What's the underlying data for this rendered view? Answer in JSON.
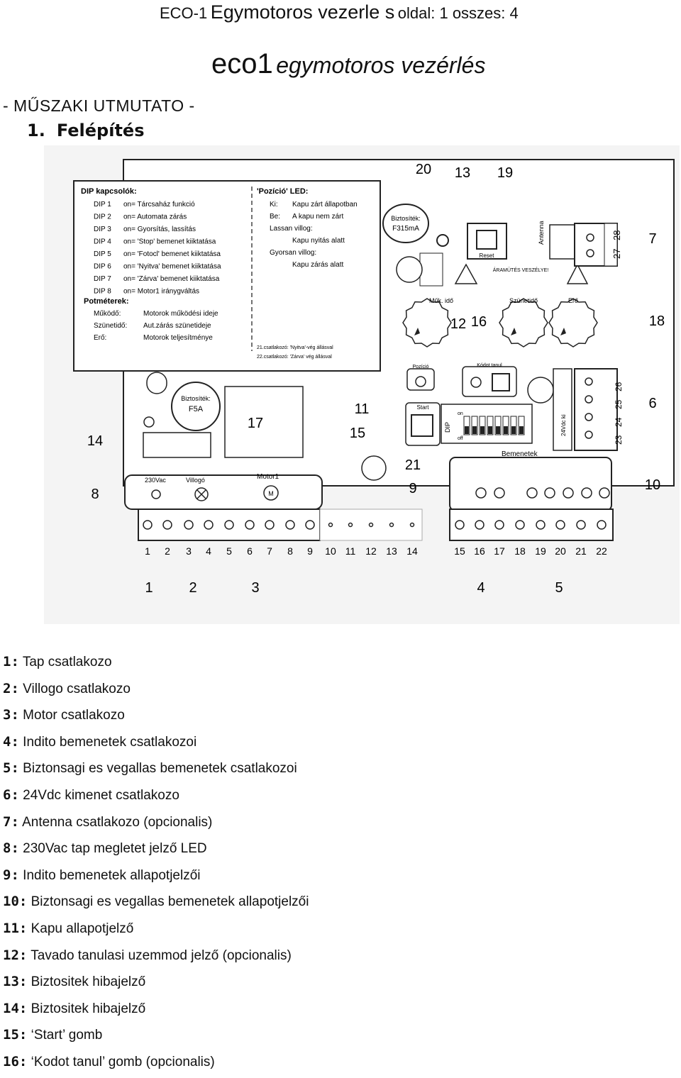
{
  "header": {
    "prefix": "ECO-1",
    "middle": "Egymotoros vezerle s",
    "suffix": "oldal: 1 osszes: 4"
  },
  "title": {
    "eco": "eco1",
    "rest": "egymotoros vezérlés"
  },
  "subtitle": "- MŰSZAKI UTMUTATO -",
  "section": {
    "number": "1.",
    "name": "Felépítés"
  },
  "diagram": {
    "dip_title": "DIP kapcsolók:",
    "dip_rows": [
      {
        "k": "DIP 1",
        "v": "on= Tárcsaház funkció"
      },
      {
        "k": "DIP 2",
        "v": "on= Automata zárás"
      },
      {
        "k": "DIP 3",
        "v": "on= Gyorsítás, lassítás"
      },
      {
        "k": "DIP 4",
        "v": "on= 'Stop' bemenet kiiktatása"
      },
      {
        "k": "DIP 5",
        "v": "on= 'Fotocl' bemenet kiiktatása"
      },
      {
        "k": "DIP 6",
        "v": "on= 'Nyitva' bemenet kiiktatása"
      },
      {
        "k": "DIP 7",
        "v": "on= 'Zárva' bemenet kiiktatása"
      },
      {
        "k": "DIP 8",
        "v": "on= Motor1 iránygváltás"
      }
    ],
    "pot_title": "Potméterek:",
    "pot_rows": [
      {
        "k": "Működő:",
        "v": "Motorok működési ideje"
      },
      {
        "k": "Szünetidő:",
        "v": "Aut.zárás szünetideje"
      },
      {
        "k": "Erő:",
        "v": "Motorok teljesítménye"
      }
    ],
    "led_title": "'Pozíció' LED:",
    "led_rows": [
      {
        "k": "Ki:",
        "v": "Kapu zárt állapotban"
      },
      {
        "k": "Be:",
        "v": "A kapu nem zárt"
      },
      {
        "k": "Lassan villog:",
        "v": ""
      },
      {
        "k": "",
        "v": "Kapu nyitás alatt"
      },
      {
        "k": "Gyorsan villog:",
        "v": ""
      },
      {
        "k": "",
        "v": "Kapu zárás alatt"
      }
    ],
    "note1": "21.csatlakozó: 'Nyitva'-vég állásval",
    "note2": "22.csatlakozó: 'Zárva' vég állásval",
    "fuse1": "Biztosíték:",
    "fuse1_val": "F315mA",
    "fuse2": "Biztosíték:",
    "fuse2_val": "F5A",
    "reset": "Reset",
    "warn": "ÁRAMÜTÉS VESZÉLYE!",
    "pot_labels": [
      "Műk. idő",
      "Szünetidő",
      "Erő"
    ],
    "kodot": "Kódot tanul",
    "pozicio": "Pozíció",
    "start": "Start",
    "bemenetek": "Bemenetek",
    "antenna": "Antenna",
    "v24": "24Vdc ki",
    "v230": "230Vac",
    "villogo": "Villogó",
    "motor1": "Motor1",
    "dip": "DIP",
    "on": "on",
    "off": "off",
    "terminals": [
      "1",
      "2",
      "3",
      "4",
      "5",
      "6",
      "7",
      "8",
      "9",
      "10",
      "11",
      "12",
      "13",
      "14",
      "15",
      "16",
      "17",
      "18",
      "19",
      "20",
      "21",
      "22"
    ],
    "right_terminals": [
      "23",
      "24",
      "25",
      "26"
    ],
    "ant_terminals": [
      "27",
      "28"
    ],
    "callouts": {
      "c1": "1",
      "c2": "2",
      "c3": "3",
      "c4": "4",
      "c5": "5",
      "c6": "6",
      "c7": "7",
      "c8": "8",
      "c9": "9",
      "c10": "10",
      "c11": "11",
      "c12": "12",
      "c13": "13",
      "c14": "14",
      "c15": "15",
      "c16": "16",
      "c17": "17",
      "c18": "18",
      "c19": "19",
      "c20": "20",
      "c21": "21"
    }
  },
  "legend": [
    {
      "num": "1:",
      "text": "Tap csatlakozo"
    },
    {
      "num": "2:",
      "text": "Villogo csatlakozo"
    },
    {
      "num": "3:",
      "text": "Motor csatlakozo"
    },
    {
      "num": "4:",
      "text": "Indito bemenetek csatlakozoi"
    },
    {
      "num": "5:",
      "text": "Biztonsagi es vegallas bemenetek csatlakozoi"
    },
    {
      "num": "6:",
      "text": "24Vdc kimenet csatlakozo"
    },
    {
      "num": "7:",
      "text": "Antenna csatlakozo (opcionalis)"
    },
    {
      "num": "8:",
      "text": "230Vac tap megletet jelző LED"
    },
    {
      "num": "9:",
      "text": "Indito bemenetek allapotjelzői"
    },
    {
      "num": "10:",
      "text": "Biztonsagi es vegallas bemenetek allapotjelzői"
    },
    {
      "num": "11:",
      "text": "Kapu allapotjelző"
    },
    {
      "num": "12:",
      "text": "Tavado tanulasi uzemmod jelző (opcionalis)"
    },
    {
      "num": "13:",
      "text": "Biztositek hibajelző"
    },
    {
      "num": "14:",
      "text": "Biztositek hibajelző"
    },
    {
      "num": "15:",
      "text": "‘Start’ gomb"
    },
    {
      "num": "16:",
      "text": "‘Kodot tanul’ gomb (opcionalis)"
    }
  ]
}
